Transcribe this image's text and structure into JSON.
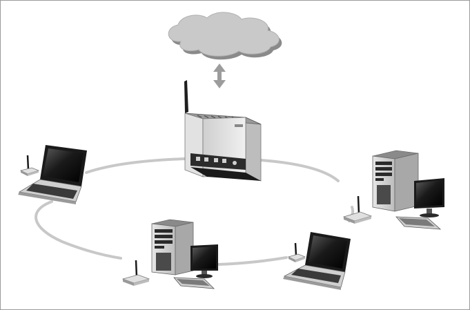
{
  "diagram": {
    "nodes": [
      {
        "id": "internet",
        "icon": "cloud-icon"
      },
      {
        "id": "router",
        "icon": "wireless-router-icon"
      },
      {
        "id": "laptop-left",
        "icon": "laptop-icon"
      },
      {
        "id": "adapter-laptop-left",
        "icon": "wireless-adapter-icon"
      },
      {
        "id": "desktop-bottom",
        "icon": "desktop-computer-icon"
      },
      {
        "id": "adapter-desktop-bottom",
        "icon": "wireless-adapter-icon"
      },
      {
        "id": "laptop-bottom-right",
        "icon": "laptop-icon"
      },
      {
        "id": "adapter-laptop-bottom-right",
        "icon": "wireless-adapter-icon"
      },
      {
        "id": "desktop-right",
        "icon": "desktop-computer-icon"
      },
      {
        "id": "adapter-desktop-right",
        "icon": "wireless-adapter-icon"
      }
    ],
    "connections": [
      {
        "from": "internet",
        "to": "router",
        "style": "bidirectional-arrow",
        "icon": "double-arrow-icon"
      },
      {
        "from": "router",
        "to": "laptop-left",
        "style": "wireless-ring"
      },
      {
        "from": "router",
        "to": "desktop-bottom",
        "style": "wireless-ring"
      },
      {
        "from": "router",
        "to": "laptop-bottom-right",
        "style": "wireless-ring"
      },
      {
        "from": "router",
        "to": "desktop-right",
        "style": "wireless-ring"
      }
    ],
    "colors": {
      "background": "#ffffff",
      "frame": "#9a9a9a",
      "ring": "#c8c8c8",
      "cloud": "#c9c9c9",
      "arrow": "#9c9c9c",
      "device_light": "#d8d8d8",
      "device_dark": "#2a2a2a"
    }
  }
}
